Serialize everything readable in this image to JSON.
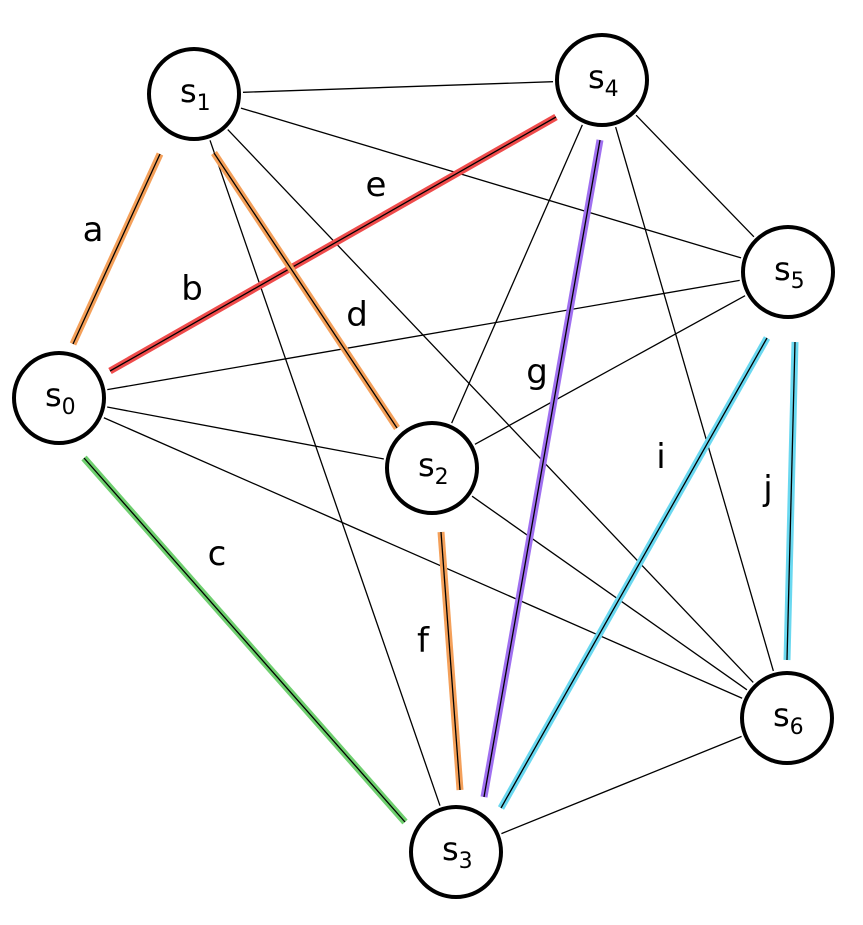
{
  "graph": {
    "nodes": [
      {
        "id": "s0",
        "base": "s",
        "sub": "0"
      },
      {
        "id": "s1",
        "base": "s",
        "sub": "1"
      },
      {
        "id": "s2",
        "base": "s",
        "sub": "2"
      },
      {
        "id": "s3",
        "base": "s",
        "sub": "3"
      },
      {
        "id": "s4",
        "base": "s",
        "sub": "4"
      },
      {
        "id": "s5",
        "base": "s",
        "sub": "5"
      },
      {
        "id": "s6",
        "base": "s",
        "sub": "6"
      }
    ],
    "highlighted_edges": [
      {
        "label": "a",
        "from": "s0",
        "to": "s1",
        "color": "#f4a05a"
      },
      {
        "label": "b",
        "from": "s0",
        "to": "s4",
        "color": "#ef4b4b"
      },
      {
        "label": "c",
        "from": "s0",
        "to": "s3",
        "color": "#6fcf6f"
      },
      {
        "label": "d",
        "from": "s1",
        "to": "s2",
        "color": "#f4a05a"
      },
      {
        "label": "e",
        "from": "s0",
        "to": "s4",
        "color": "#ef4b4b"
      },
      {
        "label": "f",
        "from": "s2",
        "to": "s3",
        "color": "#f4a05a"
      },
      {
        "label": "g",
        "from": "s4",
        "to": "s3",
        "color": "#a070f0"
      },
      {
        "label": "i",
        "from": "s5",
        "to": "s3",
        "color": "#6ad8f0"
      },
      {
        "label": "j",
        "from": "s5",
        "to": "s6",
        "color": "#6ad8f0"
      }
    ],
    "plain_edges": [
      [
        "s1",
        "s4"
      ],
      [
        "s1",
        "s5"
      ],
      [
        "s1",
        "s3"
      ],
      [
        "s1",
        "s6"
      ],
      [
        "s0",
        "s5"
      ],
      [
        "s0",
        "s2"
      ],
      [
        "s0",
        "s6"
      ],
      [
        "s2",
        "s4"
      ],
      [
        "s2",
        "s5"
      ],
      [
        "s2",
        "s6"
      ],
      [
        "s4",
        "s5"
      ],
      [
        "s4",
        "s6"
      ],
      [
        "s3",
        "s6"
      ]
    ]
  }
}
